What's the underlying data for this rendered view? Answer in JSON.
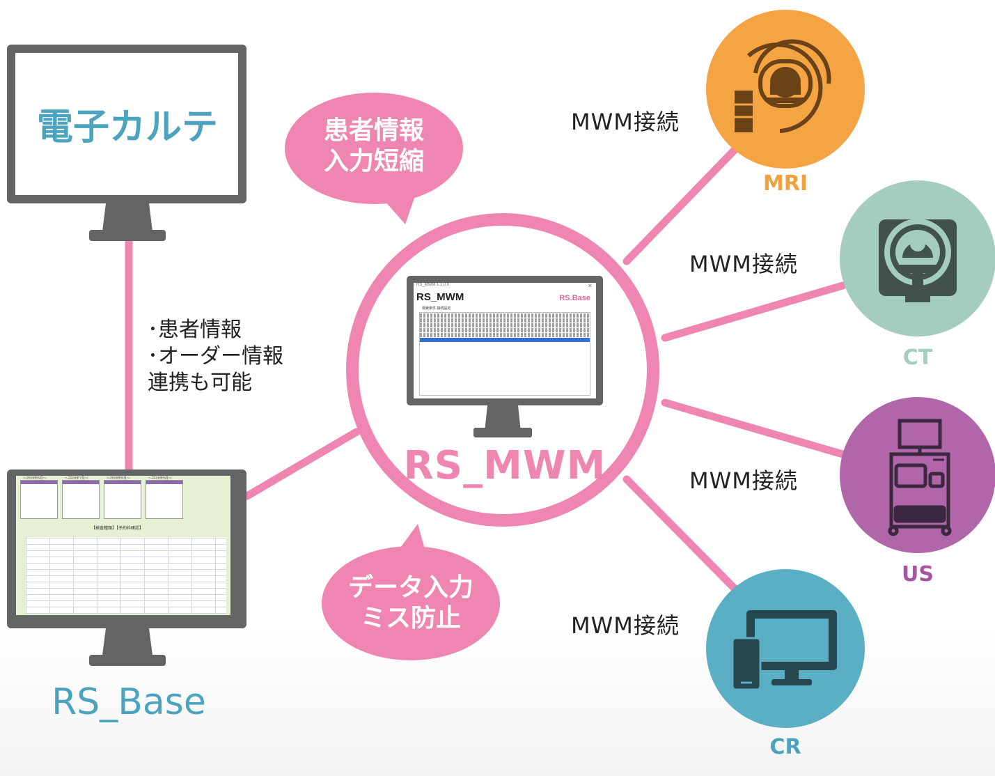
{
  "emr": {
    "title": "電子カルテ"
  },
  "note_lines": [
    "･患者情報",
    "･オーダー情報",
    "連携も可能"
  ],
  "center": {
    "title": "RS_MWM"
  },
  "base": {
    "title": "RS_Base"
  },
  "bubbles": {
    "top": [
      "患者情報",
      "入力短縮"
    ],
    "bottom": [
      "データ入力",
      "ミス防止"
    ]
  },
  "connection_label": "MWM接続",
  "devices": [
    {
      "name": "MRI",
      "color": "#f5a443",
      "label_color": "#f0a03c",
      "icon": "mri-icon"
    },
    {
      "name": "CT",
      "color": "#a4cdbe",
      "label_color": "#a4cdbe",
      "icon": "ct-icon"
    },
    {
      "name": "US",
      "color": "#b066a8",
      "label_color": "#a855a0",
      "icon": "ultrasound-icon"
    },
    {
      "name": "CR",
      "color": "#5aafc4",
      "label_color": "#4ba3bd",
      "icon": "display-icon"
    }
  ],
  "mwm_window": {
    "title_bar": "RS_MWM 1.1.0.0",
    "app_name": "RS_MWM",
    "logo": "RS.Base",
    "close": "×",
    "menu": "検索条件   接続設定"
  },
  "calendar_screen": {
    "months": [
      "～2018年6月～",
      "～2018年7月～",
      "～2018年8月～",
      "～2018年9月～"
    ],
    "heading": "【検査種類】【予約枠確認】"
  },
  "colors": {
    "pink": "#ef86b1",
    "monitor": "#636466",
    "teal": "#4ba3bd"
  }
}
